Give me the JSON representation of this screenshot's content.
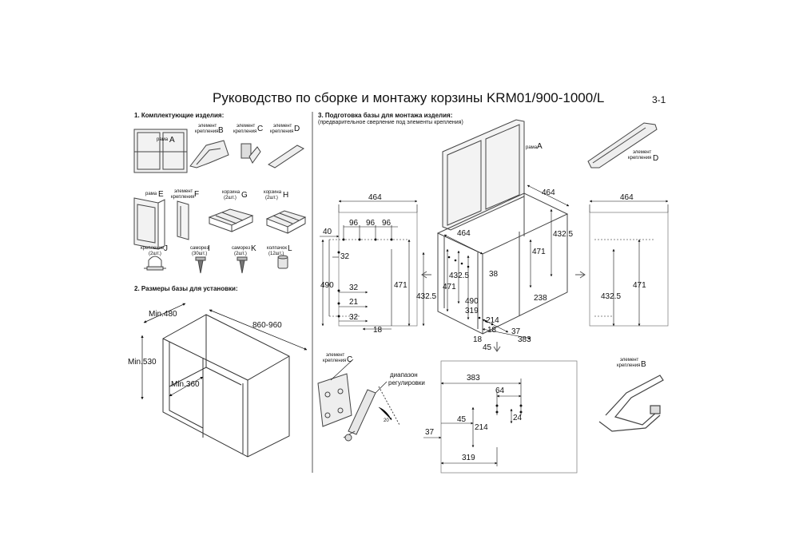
{
  "title": "Руководство по сборке и монтажу корзины KRM01/900-1000/L",
  "page_number": "3-1",
  "sections": {
    "s1": "1. Комплектующие изделия:",
    "s2": "2. Размеры базы для установки:",
    "s3": "3. Подготовка базы для монтажа изделия:",
    "s3_note": "(предварительное сверление под элементы крепления)"
  },
  "parts": {
    "a": {
      "name": "рама",
      "letter": "A"
    },
    "b": {
      "name1": "элемент",
      "name2": "крепления",
      "letter": "B"
    },
    "c": {
      "name1": "элемент",
      "name2": "крепления",
      "letter": "C"
    },
    "d": {
      "name1": "элемент",
      "name2": "крепления",
      "letter": "D"
    },
    "e": {
      "name": "рама",
      "letter": "E"
    },
    "f": {
      "name1": "элемент",
      "name2": "крепления",
      "letter": "F"
    },
    "g": {
      "name1": "корзина",
      "name2": "(2шт.)",
      "letter": "G"
    },
    "h": {
      "name1": "корзина",
      "name2": "(2шт.)",
      "letter": "H"
    },
    "j": {
      "name1": "крепление",
      "name2": "(2шт.)",
      "letter": "J"
    },
    "i": {
      "name1": "саморез",
      "name2": "(30шт.)",
      "letter": "I"
    },
    "k": {
      "name1": "саморез",
      "name2": "(2шт.)",
      "letter": "K"
    },
    "l": {
      "name1": "колпачок",
      "name2": "(12шт.)",
      "letter": "L"
    }
  },
  "base_dims": {
    "min480": "Min.480",
    "range": "860-960",
    "min530": "Min.530",
    "min360": "Min.360"
  },
  "left_panel": {
    "w": "464",
    "d40": "40",
    "d96a": "96",
    "d96b": "96",
    "d96c": "96",
    "d32a": "32",
    "d490": "490",
    "d471": "471",
    "d4325": "432.5",
    "d32b": "32",
    "d21": "21",
    "d32c": "32",
    "d18": "18"
  },
  "iso": {
    "frameA": "рама",
    "frameA_l": "A",
    "d464a": "464",
    "d464b": "464",
    "d4325a": "432.5",
    "d471a": "471",
    "d38": "38",
    "d4325b": "432.5",
    "d471b": "471",
    "d490": "490",
    "d319": "319",
    "d238": "238",
    "d214": "214",
    "d18a": "18",
    "d37": "37",
    "d383": "383",
    "d18b": "18",
    "d45": "45"
  },
  "right_panel": {
    "w": "464",
    "d471": "471",
    "d4325": "432.5",
    "elD1": "элемент",
    "elD2": "крепления",
    "elD_l": "D"
  },
  "detail_c": {
    "label1": "элемент",
    "label2": "крепления",
    "letter": "C",
    "range1": "диапазон",
    "range2": "регулировки",
    "d20": "20"
  },
  "hole_plan": {
    "d383": "383",
    "d64": "64",
    "d45": "45",
    "d24": "24",
    "d37": "37",
    "d214": "214",
    "d319": "319"
  },
  "detail_b": {
    "label1": "элемент",
    "label2": "крепления",
    "letter": "B"
  }
}
